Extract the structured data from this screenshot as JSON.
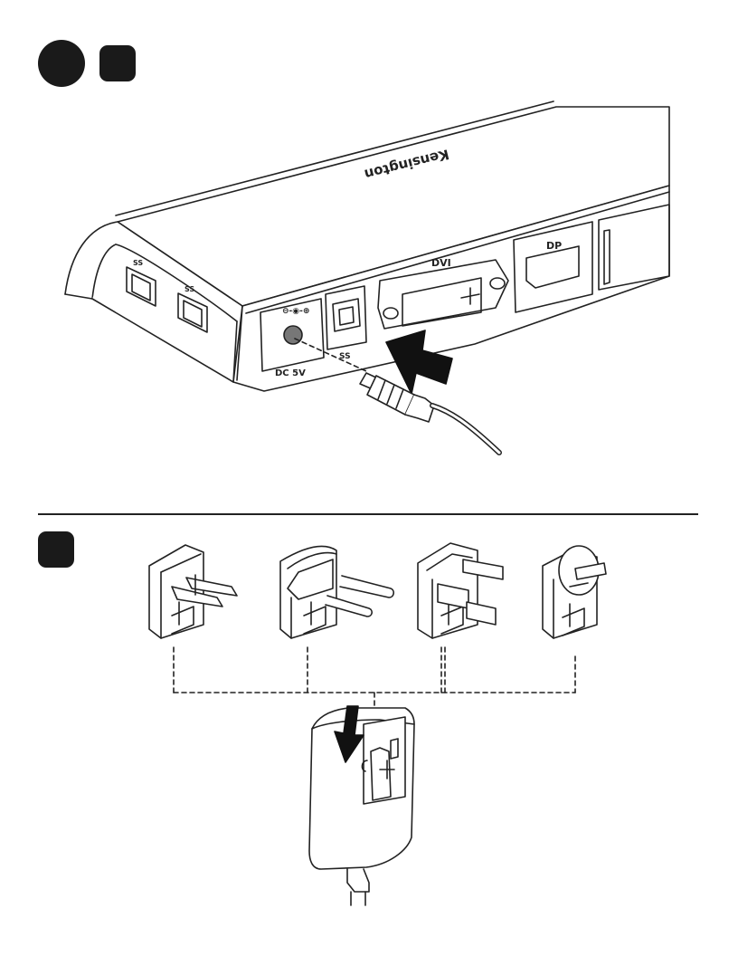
{
  "dock": {
    "brand_label": "Kensington",
    "usb_label_1": "SS",
    "usb_label_2": "SS",
    "dvi_label": "DVI",
    "dp_label": "DP",
    "dc_label": "DC 5V",
    "usb_upstream_label": "SS"
  }
}
